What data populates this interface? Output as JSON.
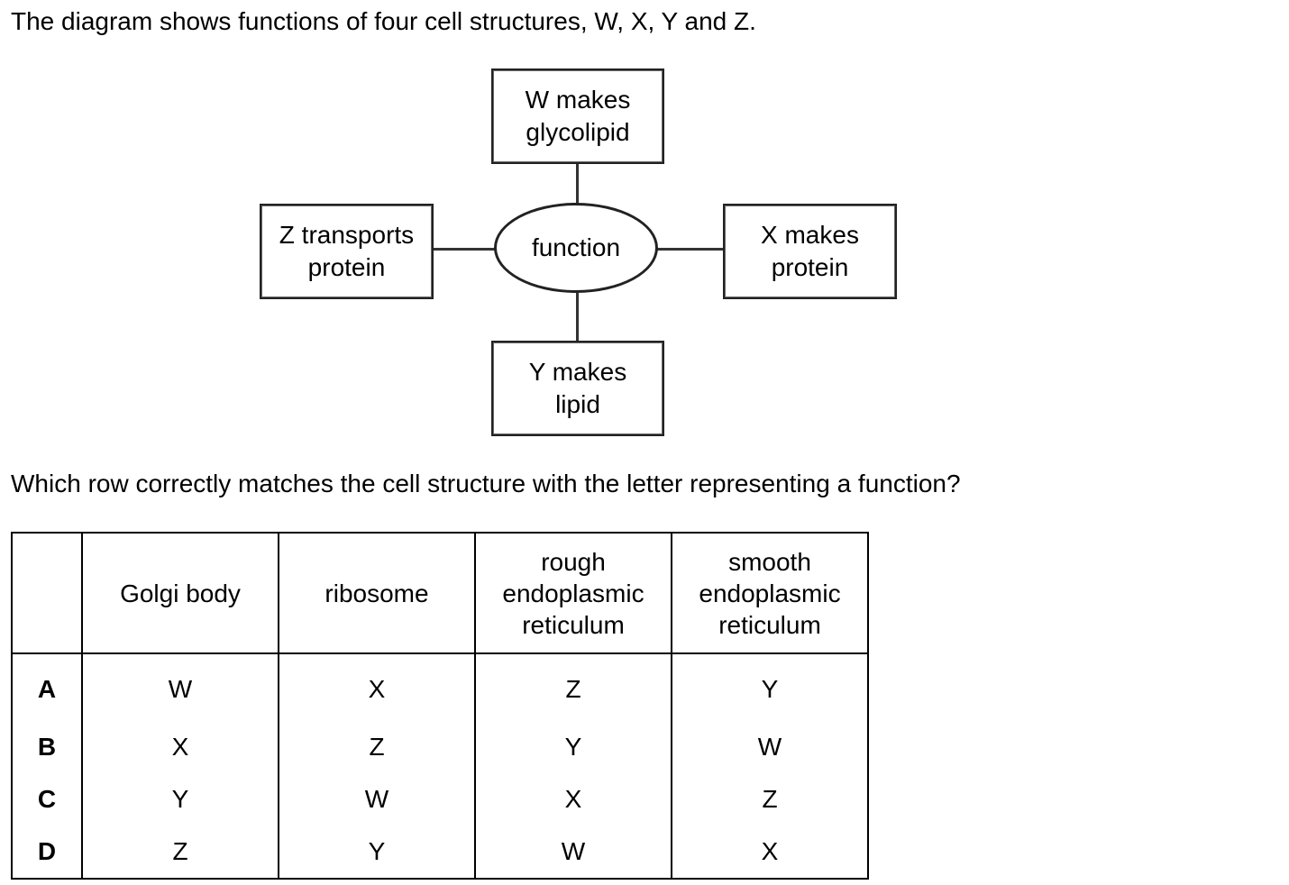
{
  "intro": "The diagram shows functions of four cell structures, W, X, Y and Z.",
  "diagram": {
    "center": "function",
    "w": "W makes\nglycolipid",
    "z": "Z transports\nprotein",
    "x": "X makes\nprotein",
    "y": "Y makes\nlipid"
  },
  "question": "Which row correctly matches the cell structure with the letter representing a function?",
  "table": {
    "headers": [
      "",
      "Golgi body",
      "ribosome",
      "rough\nendoplasmic\nreticulum",
      "smooth\nendoplasmic\nreticulum"
    ],
    "rows": [
      {
        "option": "A",
        "cells": [
          "W",
          "X",
          "Z",
          "Y"
        ]
      },
      {
        "option": "B",
        "cells": [
          "X",
          "Z",
          "Y",
          "W"
        ]
      },
      {
        "option": "C",
        "cells": [
          "Y",
          "W",
          "X",
          "Z"
        ]
      },
      {
        "option": "D",
        "cells": [
          "Z",
          "Y",
          "W",
          "X"
        ]
      }
    ]
  }
}
